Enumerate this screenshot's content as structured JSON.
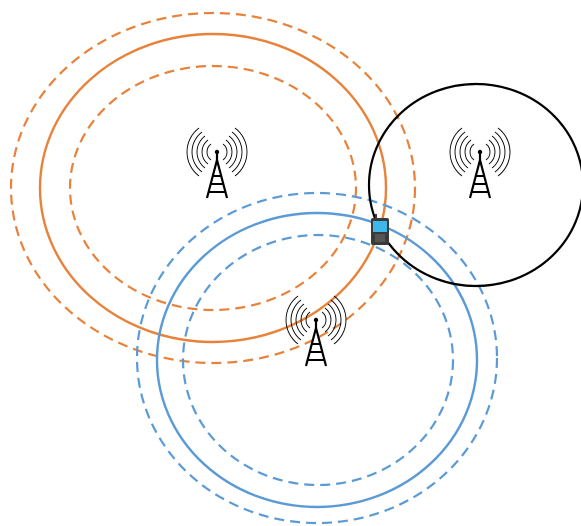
{
  "colors": {
    "orange": "#e8823a",
    "blue": "#5b9bd5",
    "black": "#000000",
    "phone_body": "#3a3a3a",
    "phone_screen": "#3fb7ea"
  },
  "towers": [
    {
      "id": "tower-orange",
      "icon": "cell-tower-icon"
    },
    {
      "id": "tower-black",
      "icon": "cell-tower-icon"
    },
    {
      "id": "tower-blue",
      "icon": "cell-tower-icon"
    }
  ],
  "device": {
    "icon": "mobile-phone-icon"
  }
}
